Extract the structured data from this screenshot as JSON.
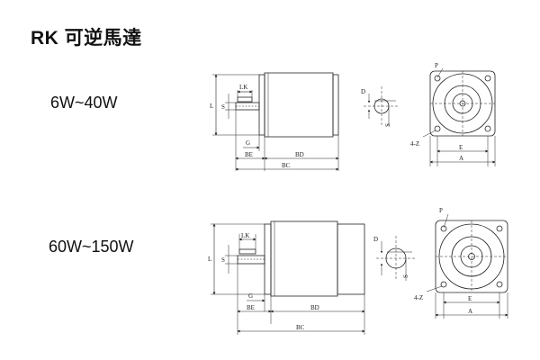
{
  "title": "RK 可逆馬達",
  "rows": [
    {
      "power": "6W~40W",
      "labels": {
        "lk": "LK",
        "l": "L",
        "s_side": "S",
        "g": "G",
        "be": "BE",
        "bd": "BD",
        "bc": "BC",
        "d": "D",
        "s_shaft": "S",
        "p": "P",
        "z": "4-Z",
        "e": "E",
        "a": "A"
      }
    },
    {
      "power": "60W~150W",
      "labels": {
        "lk": "LK",
        "l": "L",
        "s_side": "S",
        "g": "G",
        "be": "BE",
        "bd": "BD",
        "bc": "BC",
        "d": "D",
        "s_shaft": "S",
        "p": "P",
        "z": "4-Z",
        "e": "E",
        "a": "A"
      }
    }
  ]
}
